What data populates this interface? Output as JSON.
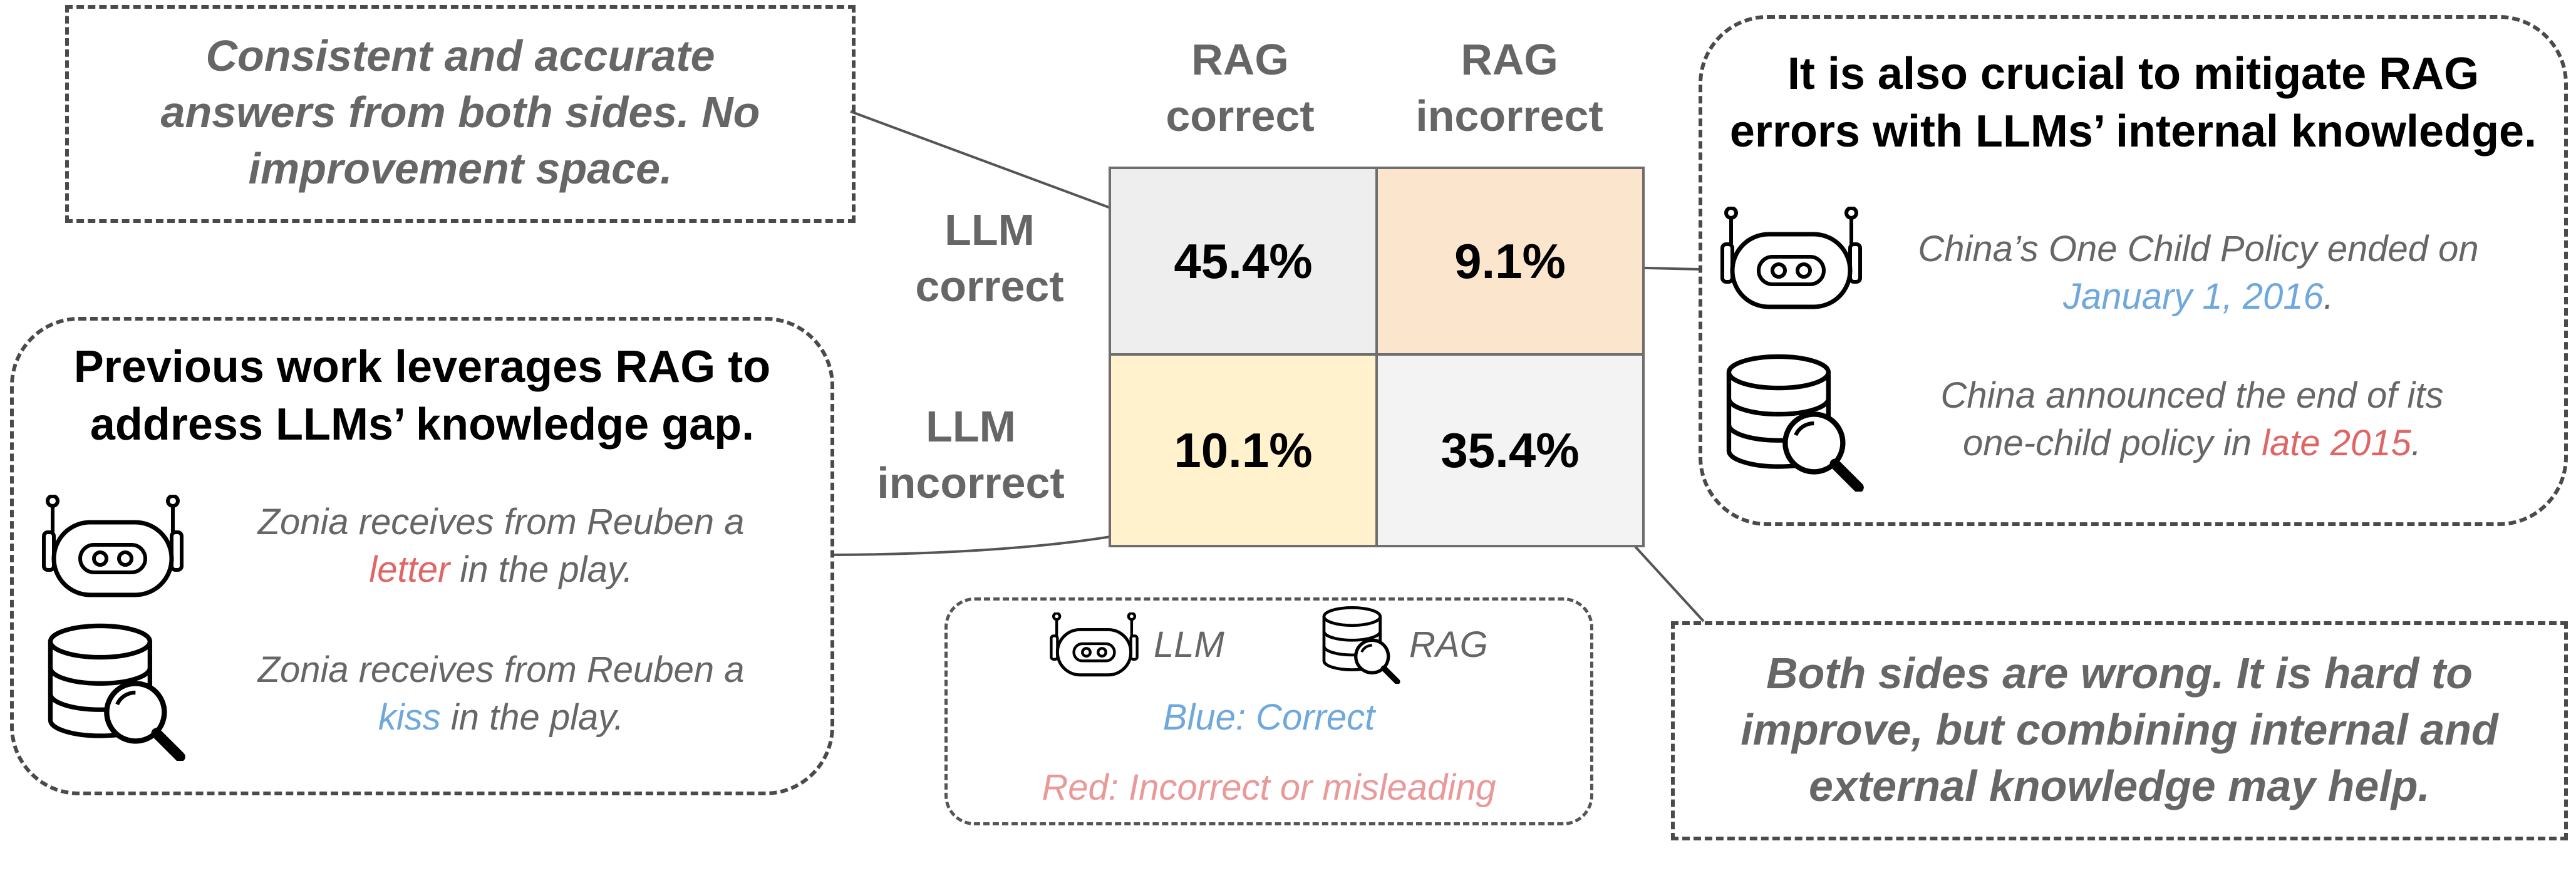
{
  "top_left_note": "Consistent and accurate answers from both sides. No improvement space.",
  "headers": {
    "col_rag_correct": [
      "RAG",
      "correct"
    ],
    "col_rag_incorrect": [
      "RAG",
      "incorrect"
    ],
    "row_llm_correct": [
      "LLM",
      "correct"
    ],
    "row_llm_incorrect": [
      "LLM",
      "incorrect"
    ]
  },
  "matrix": {
    "llm_correct_rag_correct": "45.4%",
    "llm_correct_rag_incorrect": "9.1%",
    "llm_incorrect_rag_correct": "10.1%",
    "llm_incorrect_rag_incorrect": "35.4%"
  },
  "colors": {
    "cell_gray": "#eeeeee",
    "cell_orange": "#fce5cd",
    "cell_yellow": "#fff2cc",
    "cell_light_gray": "#f3f3f3",
    "correct_blue": "#6fa8dc",
    "incorrect_red": "#e06666"
  },
  "right_panel": {
    "title_line1": "It is also crucial to mitigate RAG",
    "title_line2": "errors with LLMs’ internal knowledge.",
    "llm_answer_line1": "China’s One Child Policy ended on",
    "llm_answer_highlight": "January 1, 2016",
    "llm_answer_end": ".",
    "rag_answer_line1": "China announced the end of its",
    "rag_answer_prefix": "one-child policy in ",
    "rag_answer_highlight": "late 2015",
    "rag_answer_end": "."
  },
  "left_panel": {
    "title_line1": "Previous work leverages RAG to",
    "title_line2": "address LLMs’ knowledge gap.",
    "llm_answer_line1": "Zonia receives from Reuben a",
    "llm_answer_highlight": "letter",
    "llm_answer_suffix": " in the play.",
    "rag_answer_line1": "Zonia receives from Reuben a",
    "rag_answer_highlight": "kiss",
    "rag_answer_suffix": " in the play."
  },
  "legend": {
    "llm_label": "LLM",
    "rag_label": "RAG",
    "blue_text": "Blue: Correct",
    "red_text": "Red: Incorrect or misleading"
  },
  "bottom_right_note": "Both sides are wrong. It is hard to improve, but combining internal and external knowledge may help.",
  "icons": [
    "robot-icon",
    "database-search-icon"
  ]
}
